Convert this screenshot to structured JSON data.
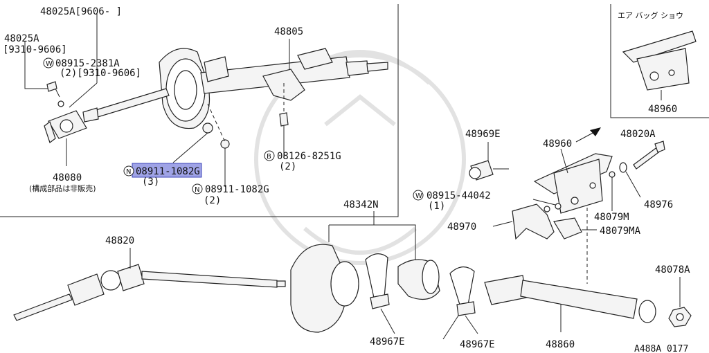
{
  "diagram_id": "A488A 0177",
  "inset_title": "エア バッグ ショウ",
  "labels": {
    "p48025a_range": "48025A[9606-    ]",
    "p48025a": "48025A",
    "p48025a_date": "[9310-9606]",
    "w08915_2381a": "08915-2381A",
    "w08915_2381a_qty": "(2)[9310-9606]",
    "p48805": "48805",
    "p48080": "48080",
    "p48080_note": "(構成部品は非販売)",
    "n08911_1082g_a": "08911-1082G",
    "n08911_1082g_a_qty": "(3)",
    "n08911_1082g_b": "08911-1082G",
    "n08911_1082g_b_qty": "(2)",
    "b08126_8251g": "08126-8251G",
    "b08126_8251g_qty": "(2)",
    "p48960_inset": "48960",
    "p48969e": "48969E",
    "p48960": "48960",
    "p48020a": "48020A",
    "w08915_44042": "08915-44042",
    "w08915_44042_qty": "(1)",
    "p48976": "48976",
    "p48079m": "48079M",
    "p48079ma": "48079MA",
    "p48970": "48970",
    "p48342n": "48342N",
    "p48820": "48820",
    "p48967e_a": "48967E",
    "p48967e_b": "48967E",
    "p48860": "48860",
    "p48078a": "48078A"
  },
  "prefix": {
    "w": "W",
    "n": "N",
    "b": "B"
  },
  "highlight_color": "#9fa3e6"
}
